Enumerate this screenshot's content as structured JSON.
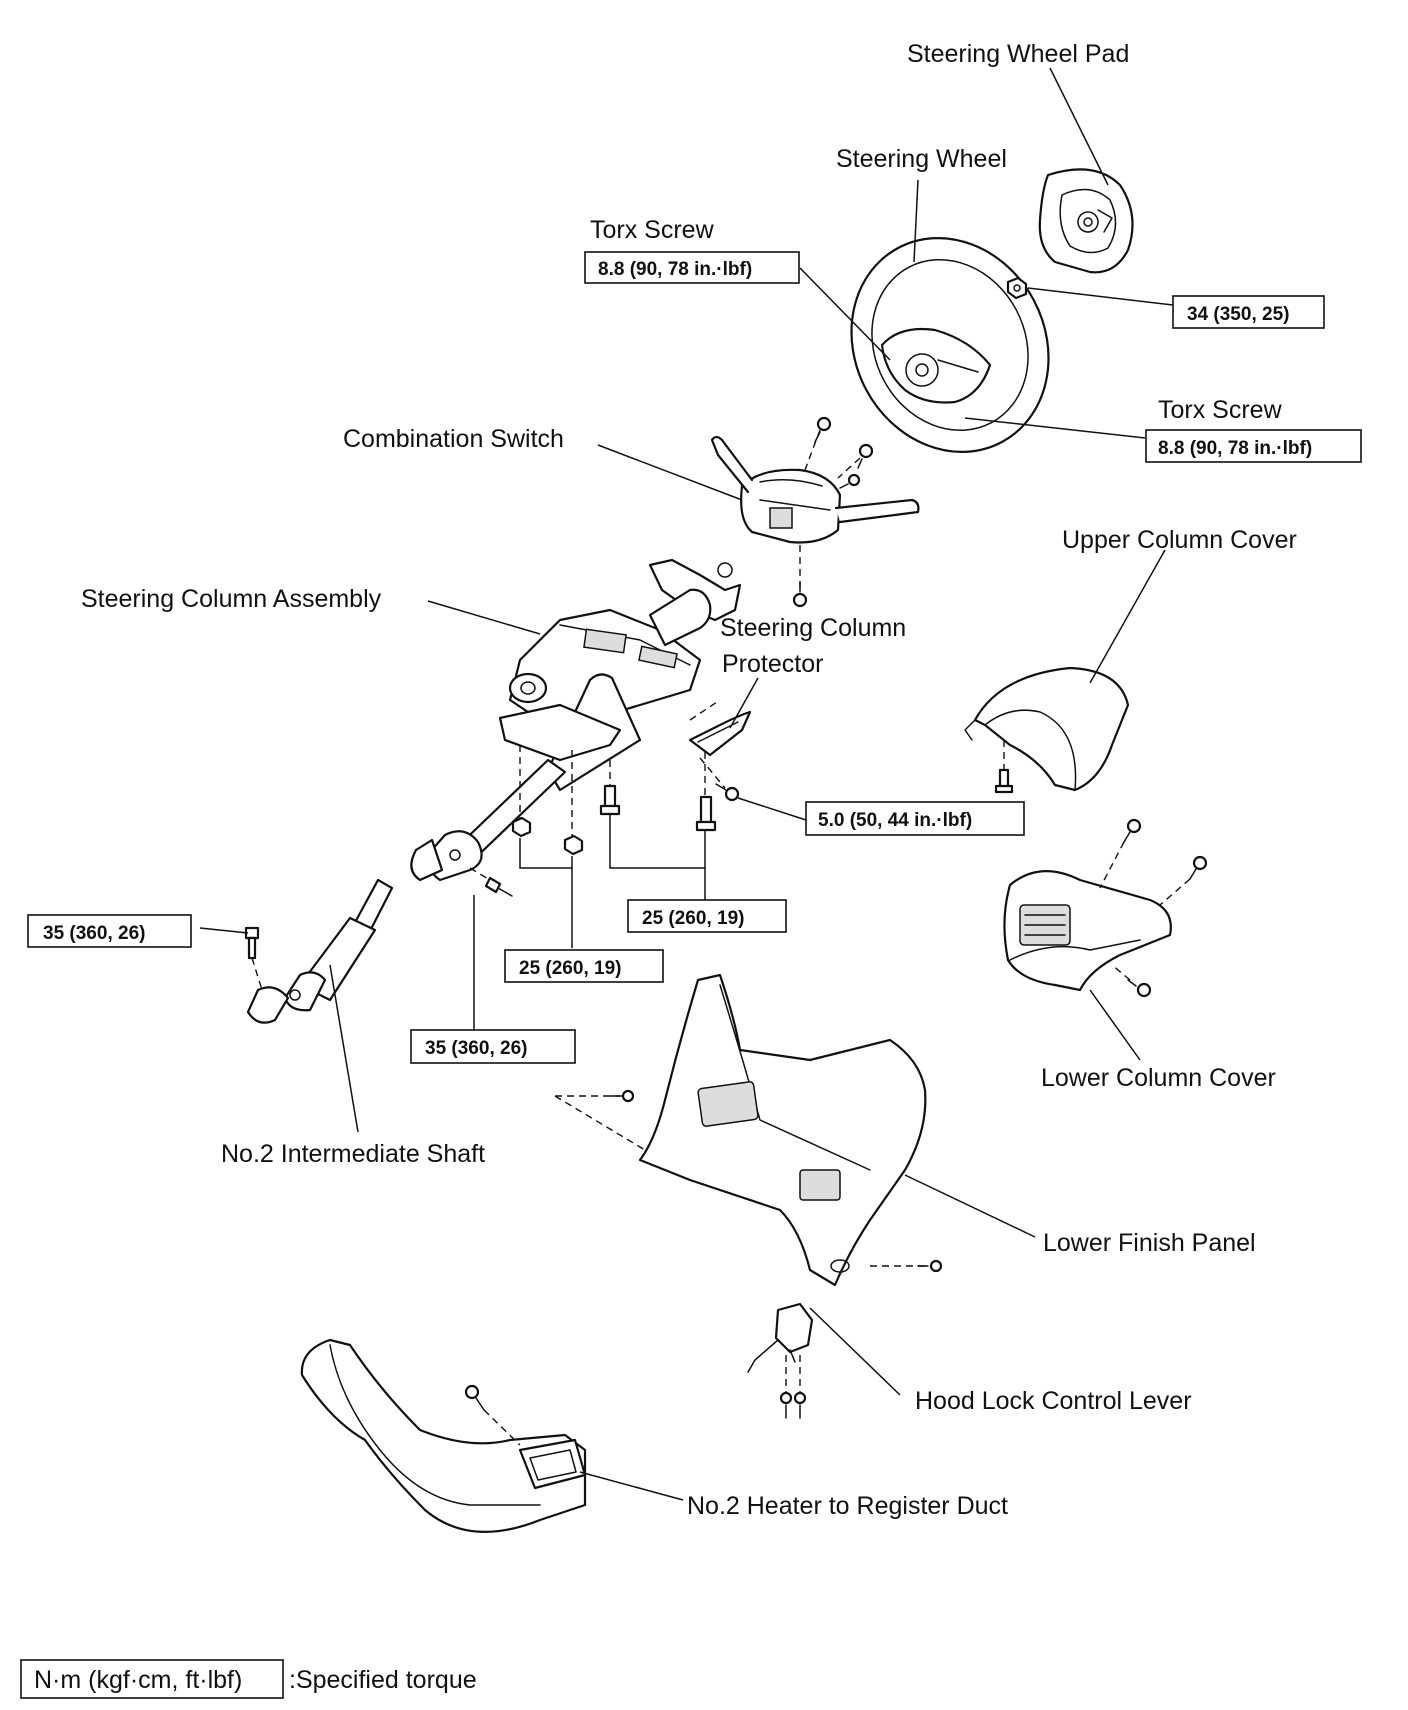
{
  "labels": {
    "steering_wheel_pad": "Steering Wheel Pad",
    "steering_wheel": "Steering Wheel",
    "torx_screw_1": "Torx Screw",
    "torx_screw_2": "Torx Screw",
    "combination_switch": "Combination Switch",
    "steering_column_assembly": "Steering Column Assembly",
    "steering_column_protector_1": "Steering Column",
    "steering_column_protector_2": "Protector",
    "upper_column_cover": "Upper Column Cover",
    "lower_column_cover": "Lower Column Cover",
    "no2_intermediate_shaft": "No.2 Intermediate Shaft",
    "lower_finish_panel": "Lower Finish Panel",
    "hood_lock_control_lever": "Hood Lock Control Lever",
    "no2_heater_duct": "No.2 Heater to Register Duct"
  },
  "torques": {
    "torx_1": "8.8 (90, 78 in.·lbf)",
    "nut_wheel": "34 (350, 25)",
    "torx_2": "8.8 (90, 78 in.·lbf)",
    "protector": "5.0 (50, 44 in.·lbf)",
    "shaft_bolt": "35 (360, 26)",
    "column_bolts": "25 (260, 19)",
    "column_nuts": "25 (260, 19)",
    "joint_bolt": "35 (360, 26)"
  },
  "legend": {
    "unit": "N·m (kgf·cm, ft·lbf)",
    "text": ":Specified torque"
  }
}
